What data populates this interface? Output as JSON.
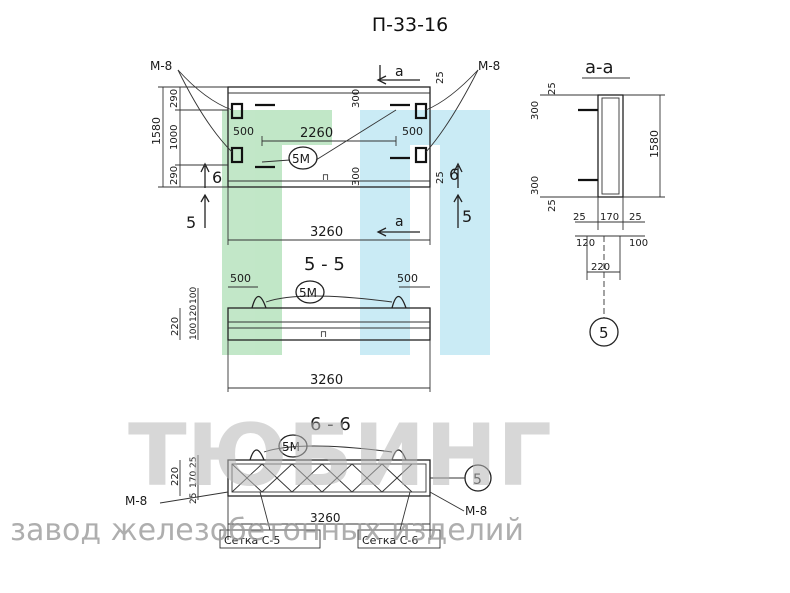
{
  "title": "П-33-16",
  "watermark": {
    "big": "ТЮБИНГ",
    "small": "завод железобетонных изделий",
    "colors": {
      "green": "#8fd49a",
      "cyan": "#9fdcee",
      "gray": "#b8b8b8"
    }
  },
  "plan": {
    "mesh_left": "М-8",
    "mesh_right": "М-8",
    "overall_length": "3260",
    "inner_length": "2260",
    "edge_left": "500",
    "edge_right": "500",
    "height": "1580",
    "h_top": "290",
    "h_mid": "1000",
    "h_bot": "290",
    "dim_300_top": "300",
    "dim_300_bot": "300",
    "dim_25_top": "25",
    "dim_25_bot": "25",
    "loop_mark": "5М",
    "section_a": "а",
    "section_5": "5",
    "section_6": "6"
  },
  "section_55": {
    "title": "5 - 5",
    "loop_mark": "5М",
    "edge_left": "500",
    "edge_right": "500",
    "length": "3260",
    "h_total": "220",
    "h_100a": "100",
    "h_120": "120",
    "h_100b": "100"
  },
  "section_aa": {
    "title": "а-а",
    "height": "1580",
    "top_300": "300",
    "top_25": "25",
    "bot_300": "300",
    "bot_25": "25",
    "w_25a": "25",
    "w_170": "170",
    "w_25b": "25",
    "w_120": "120",
    "w_100": "100",
    "w_220": "220",
    "mark": "5"
  },
  "section_66": {
    "title": "6 - 6",
    "loop_mark": "5М",
    "mark": "5",
    "mesh_left": "М-8",
    "mesh_right": "М-8",
    "length": "3260",
    "h_220": "220",
    "h_25a": "25",
    "h_170": "170",
    "h_25b": "25",
    "setka_left": "Сетка С-5",
    "setka_right": "Сетка С-6"
  }
}
